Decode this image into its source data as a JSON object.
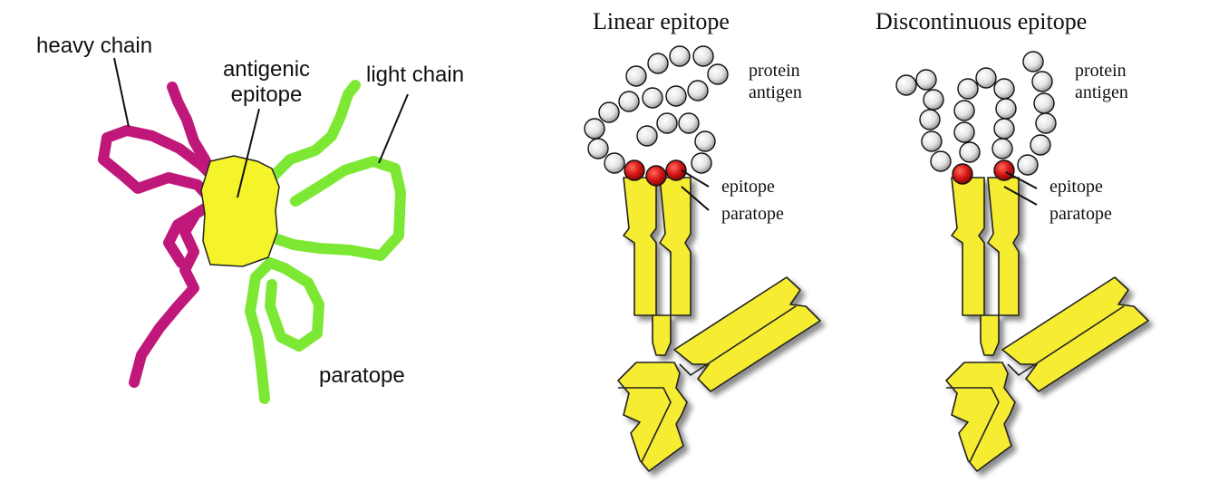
{
  "left_panel": {
    "labels": {
      "heavy_chain": "heavy chain",
      "antigenic": "antigenic",
      "epitope": "epitope",
      "light_chain": "light chain",
      "paratope": "paratope"
    }
  },
  "middle_panel": {
    "title": "Linear epitope",
    "protein": "protein",
    "antigen": "antigen",
    "epitope": "epitope",
    "paratope": "paratope"
  },
  "right_panel": {
    "title": "Discontinuous epitope",
    "protein": "protein",
    "antigen": "antigen",
    "epitope": "epitope",
    "paratope": "paratope"
  },
  "colors": {
    "heavy_chain": "#c0187a",
    "light_chain": "#7de834",
    "antigen": "#f5f32a",
    "antibody_fill": "#f6ec30",
    "epitope_bead": "#d61414",
    "bead": "#e3e3e3"
  }
}
